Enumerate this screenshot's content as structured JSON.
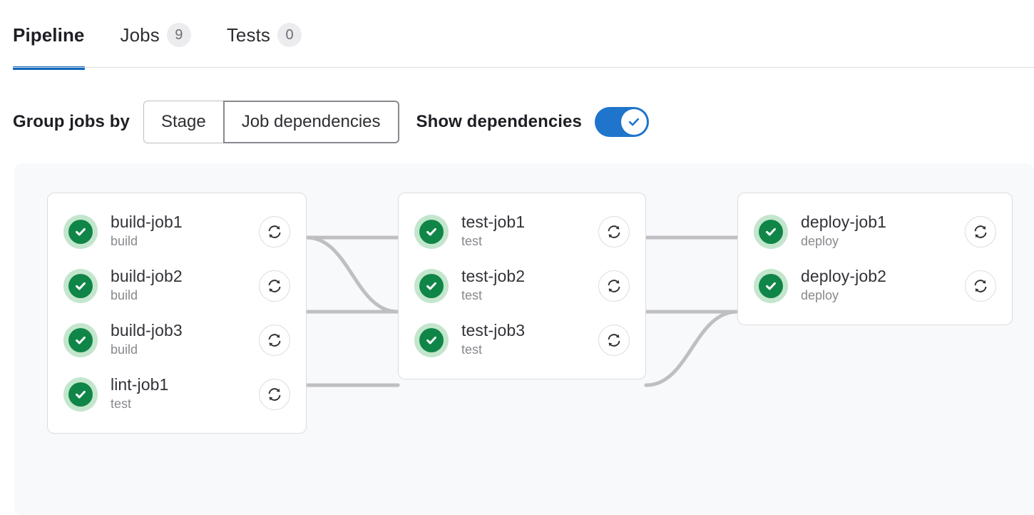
{
  "tabs": [
    {
      "label": "Pipeline",
      "badge": null,
      "active": true
    },
    {
      "label": "Jobs",
      "badge": "9",
      "active": false
    },
    {
      "label": "Tests",
      "badge": "0",
      "active": false
    }
  ],
  "controls": {
    "group_label": "Group jobs by",
    "segments": [
      {
        "label": "Stage",
        "selected": false
      },
      {
        "label": "Job dependencies",
        "selected": true
      }
    ],
    "toggle_label": "Show dependencies",
    "toggle_on": true,
    "toggle_icon": "check-icon"
  },
  "icons": {
    "status": "status-success-icon",
    "retry": "retry-icon"
  },
  "colors": {
    "accent_blue": "#1068bf",
    "toggle_blue": "#1f75cb",
    "success_green": "#108548",
    "success_green_light": "#c3e6cd",
    "canvas_bg": "#f8f9fb",
    "card_border": "#dcdcde",
    "link_gray": "#bfbfc3",
    "text_dark": "#333238",
    "text_muted": "#89888d"
  },
  "pipeline": {
    "columns": [
      {
        "name": "build-column",
        "jobs": [
          {
            "name": "build-job1",
            "stage": "build",
            "status": "success"
          },
          {
            "name": "build-job2",
            "stage": "build",
            "status": "success"
          },
          {
            "name": "build-job3",
            "stage": "build",
            "status": "success"
          },
          {
            "name": "lint-job1",
            "stage": "test",
            "status": "success"
          }
        ]
      },
      {
        "name": "test-column",
        "jobs": [
          {
            "name": "test-job1",
            "stage": "test",
            "status": "success"
          },
          {
            "name": "test-job2",
            "stage": "test",
            "status": "success"
          },
          {
            "name": "test-job3",
            "stage": "test",
            "status": "success"
          }
        ]
      },
      {
        "name": "deploy-column",
        "jobs": [
          {
            "name": "deploy-job1",
            "stage": "deploy",
            "status": "success"
          },
          {
            "name": "deploy-job2",
            "stage": "deploy",
            "status": "success"
          }
        ]
      }
    ],
    "dependency_links": [
      {
        "from": "build-job1",
        "to": "test-job1"
      },
      {
        "from": "build-job1",
        "to": "test-job2"
      },
      {
        "from": "build-job2",
        "to": "test-job2"
      },
      {
        "from": "build-job3",
        "to": "test-job3"
      },
      {
        "from": "test-job1",
        "to": "deploy-job1"
      },
      {
        "from": "test-job2",
        "to": "deploy-job2"
      },
      {
        "from": "test-job3",
        "to": "deploy-job2"
      }
    ]
  }
}
